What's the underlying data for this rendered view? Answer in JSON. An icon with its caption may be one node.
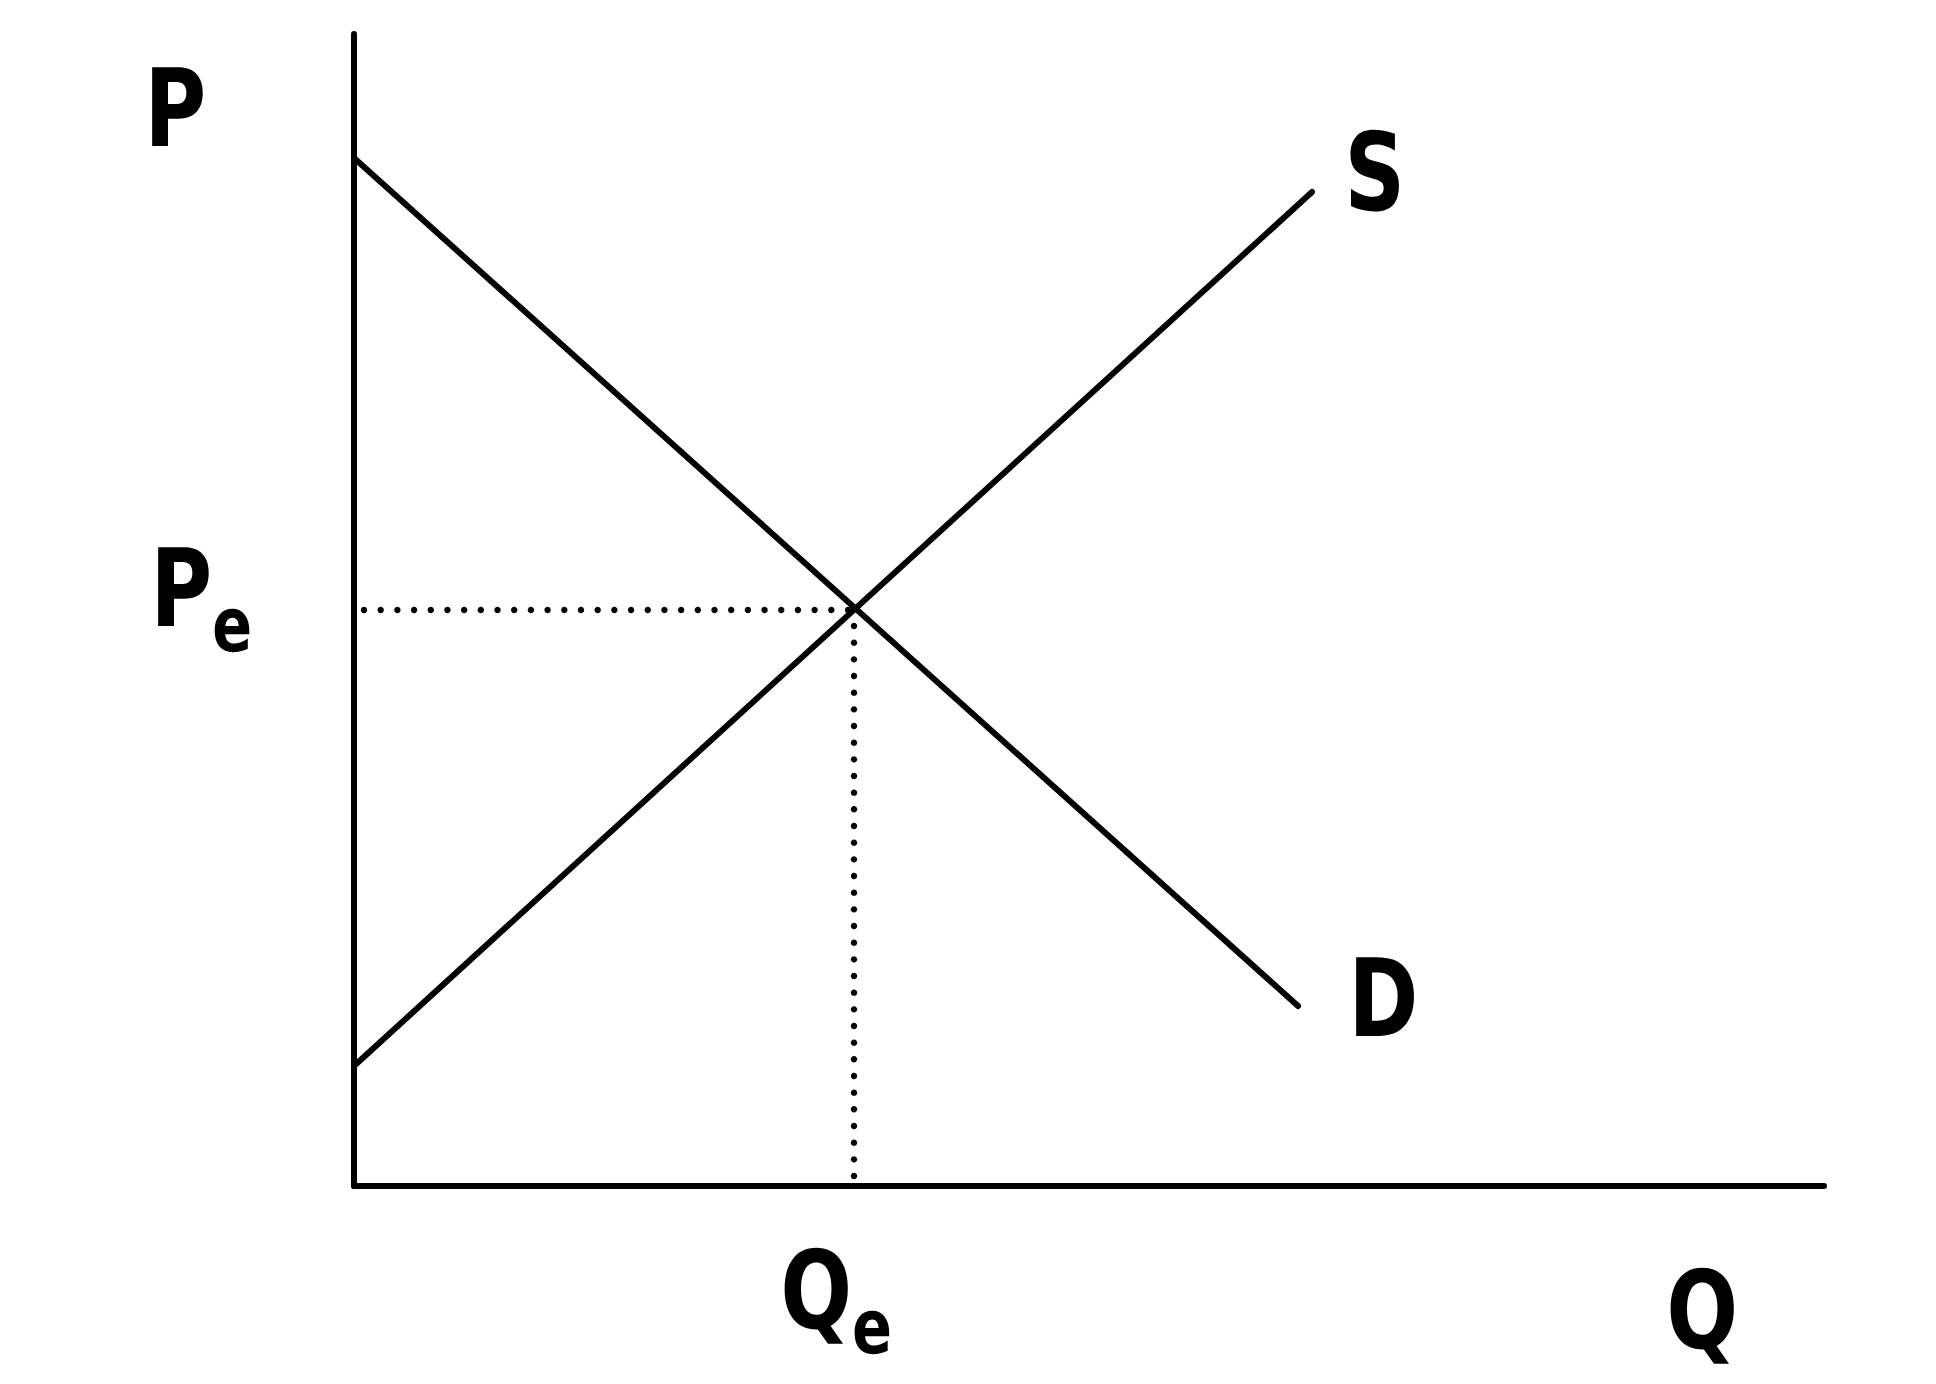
{
  "diagram": {
    "labels": [
      "P",
      "S",
      "P$_{e}$",
      "D",
      "Q$_{e}$",
      "Q"
    ]
  }
}
